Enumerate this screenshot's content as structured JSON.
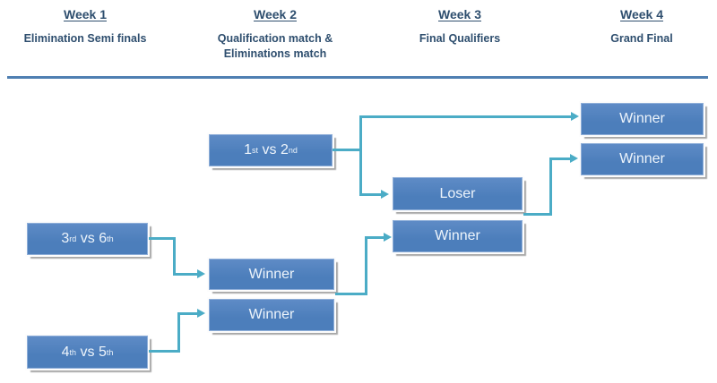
{
  "palette": {
    "box_fill": "#4C7EBB",
    "box_fill_light": "#5E8BC6",
    "box_border": "#8FAFD9",
    "box_text": "#EDF4FB",
    "connector": "#4BACC6",
    "divider": "#4F7FB2",
    "heading_text": "#2E4E6E",
    "shadow": "#A8A8A8"
  },
  "header": {
    "columns": [
      {
        "title": "Week 1",
        "subtitle": "Elimination Semi finals"
      },
      {
        "title": "Week 2",
        "subtitle": "Qualification match & Eliminations match"
      },
      {
        "title": "Week 3",
        "subtitle": "Final Qualifiers"
      },
      {
        "title": "Week 4",
        "subtitle": "Grand Final"
      }
    ]
  },
  "bracket": {
    "match_1v2": {
      "a": "1",
      "a_sup": "st",
      "vs": " vs ",
      "b": "2",
      "b_sup": "nd"
    },
    "match_3v6": {
      "a": "3",
      "a_sup": "rd",
      "vs": " vs ",
      "b": "6",
      "b_sup": "th"
    },
    "match_4v5": {
      "a": "4",
      "a_sup": "th",
      "vs": " vs ",
      "b": "5",
      "b_sup": "th"
    },
    "week2_winner1": "Winner",
    "week2_winner2": "Winner",
    "week3_loser": "Loser",
    "week3_winner": "Winner",
    "week4_winner1": "Winner",
    "week4_winner2": "Winner"
  }
}
